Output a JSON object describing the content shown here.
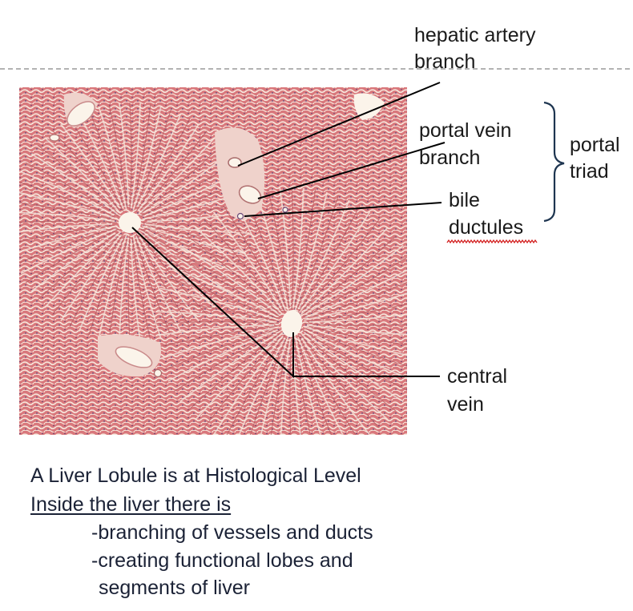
{
  "labels": {
    "hepatic_artery_line1": "hepatic artery",
    "hepatic_artery_line2": "branch",
    "portal_vein_line1": "portal vein",
    "portal_vein_line2": "branch",
    "bile_line1": "bile",
    "bile_line2": "ductules",
    "portal_triad_line1": "portal",
    "portal_triad_line2": "triad",
    "central_vein_line1": "central",
    "central_vein_line2": "vein"
  },
  "caption": {
    "line1": "A Liver Lobule is at Histological Level",
    "line2": "Inside the liver there is",
    "line3": "-branching of vessels and ducts",
    "line4": "-creating functional lobes and",
    "line5": "segments of liver"
  },
  "colors": {
    "tissue": "#d9787c",
    "tissue_dark": "#b65a60",
    "sinusoid": "#f6e7dc",
    "vessel_lumen": "#fbf4ea",
    "nuclei": "#5b3f74",
    "leader_line": "#000000",
    "spell_squiggle": "#d22020",
    "dashed_rule": "#9a9a9a"
  }
}
